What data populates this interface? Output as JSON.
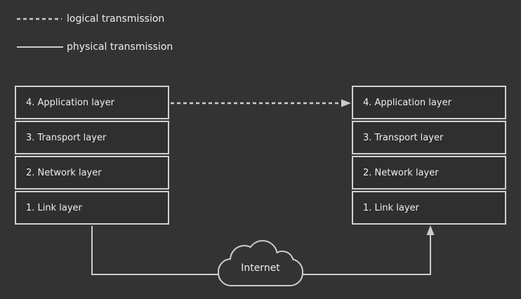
{
  "legend": {
    "items": [
      {
        "label": "logical transmission",
        "style": "dashed"
      },
      {
        "label": "physical transmission",
        "style": "solid"
      }
    ]
  },
  "stacks": {
    "left": {
      "layers": [
        {
          "label": "4. Application layer"
        },
        {
          "label": "3. Transport layer"
        },
        {
          "label": "2. Network layer"
        },
        {
          "label": "1. Link layer"
        }
      ]
    },
    "right": {
      "layers": [
        {
          "label": "4. Application layer"
        },
        {
          "label": "3. Transport layer"
        },
        {
          "label": "2. Network layer"
        },
        {
          "label": "1. Link layer"
        }
      ]
    }
  },
  "cloud": {
    "label": "Internet"
  },
  "colors": {
    "background": "#333333",
    "line": "#cccccc",
    "box_border": "#d0d0d0",
    "box_fill": "#2f2f2f",
    "text": "#eeeeee"
  }
}
